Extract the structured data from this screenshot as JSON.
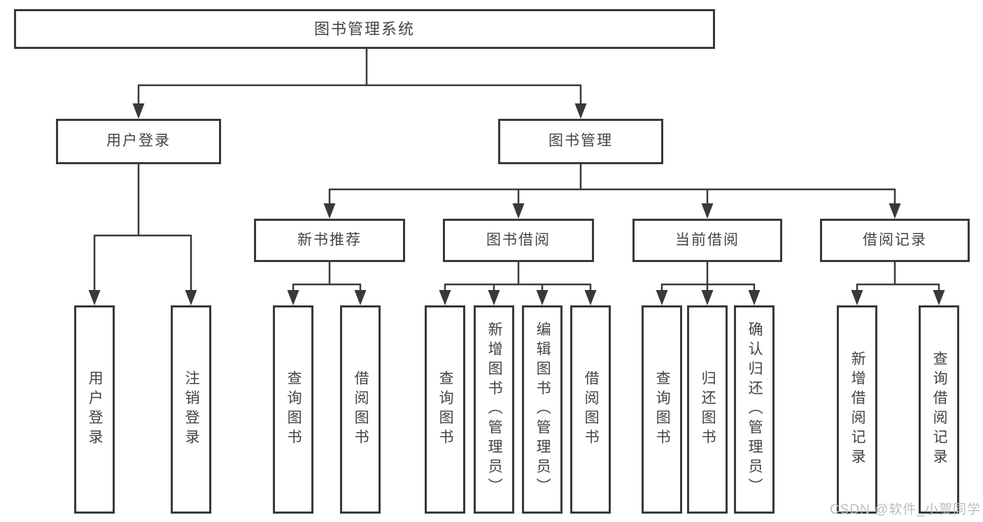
{
  "diagram": {
    "root": {
      "label": "图书管理系统"
    },
    "branches": [
      {
        "label": "用户登录",
        "leaves": [
          "用户登录",
          "注销登录"
        ]
      },
      {
        "label": "图书管理",
        "groups": [
          {
            "label": "新书推荐",
            "leaves": [
              "查询图书",
              "借阅图书"
            ]
          },
          {
            "label": "图书借阅",
            "leaves": [
              "查询图书",
              "新增图书（管理员）",
              "编辑图书（管理员）",
              "借阅图书"
            ]
          },
          {
            "label": "当前借阅",
            "leaves": [
              "查询图书",
              "归还图书",
              "确认归还（管理员）"
            ]
          },
          {
            "label": "借阅记录",
            "leaves": [
              "新增借阅记录",
              "查询借阅记录"
            ]
          }
        ]
      }
    ]
  },
  "watermark": "CSDN @软件_小贺同学",
  "colors": {
    "line": "#38383d",
    "box_border": "#38383d",
    "text": "#434348",
    "watermark": "#b9bdc3",
    "background": "#ffffff"
  }
}
